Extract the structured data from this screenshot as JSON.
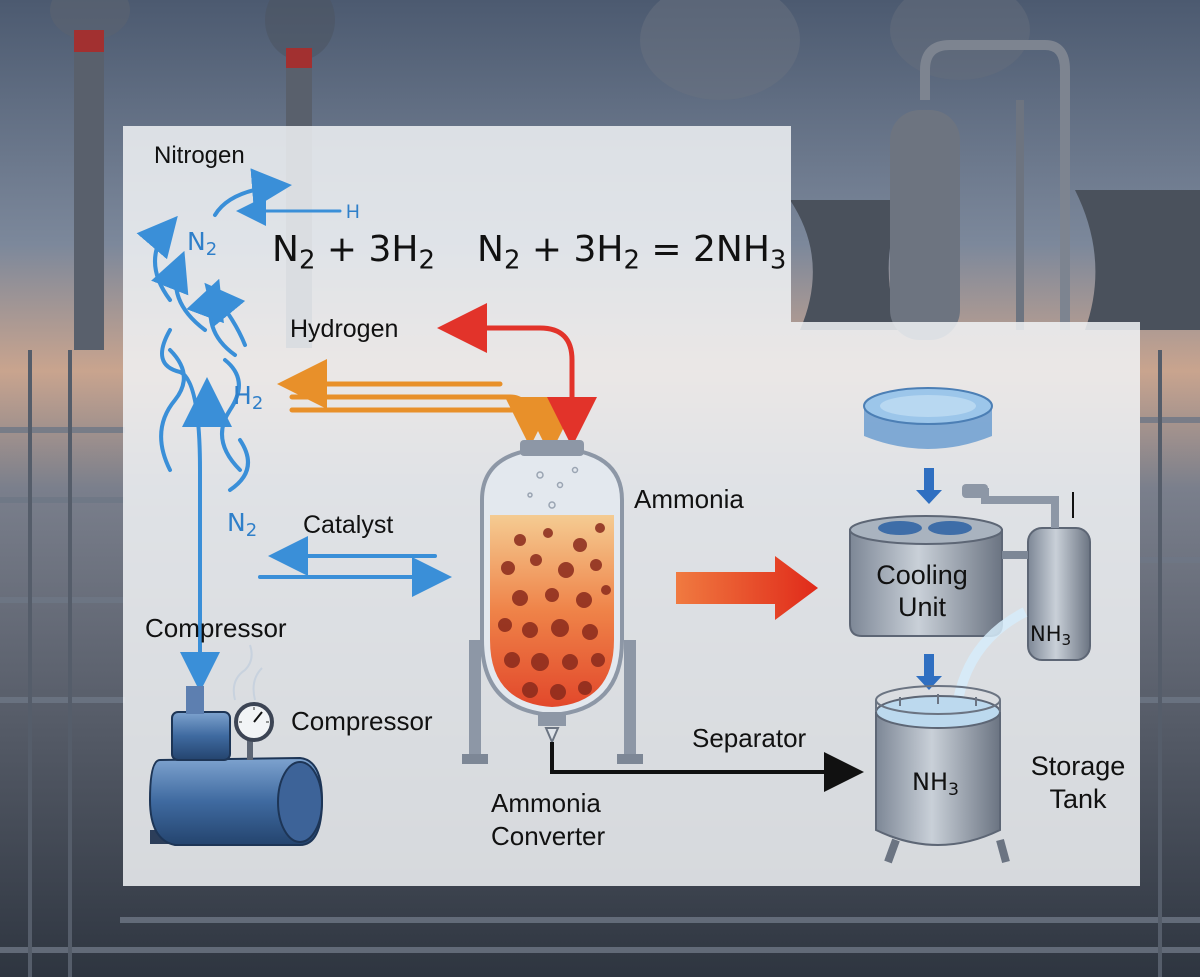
{
  "labels": {
    "nitrogen": "Nitrogen",
    "hydrogen": "Hydrogen",
    "catalyst": "Catalyst",
    "compressor_top": "Compressor",
    "compressor_bottom": "Compressor",
    "ammonia": "Ammonia",
    "converter_line1": "Ammonia",
    "converter_line2": "Converter",
    "separator": "Separator",
    "cooling_line1": "Cooling",
    "cooling_line2": "Unit",
    "storage_line1": "Storage",
    "storage_line2": "Tank",
    "h_arrow": "H"
  },
  "formulas": {
    "reactants": {
      "a": "N",
      "a_sub": "2",
      "mid": " + 3H",
      "b_sub": "2"
    },
    "equation": {
      "a": "N",
      "a_sub": "2",
      "mid": " + 3H",
      "b_sub": "2",
      "end": " = 2NH",
      "end_sub": "3"
    },
    "n2_top": {
      "a": "N",
      "sub": "2"
    },
    "h2": {
      "a": "H",
      "sub": "2"
    },
    "n2_mid": {
      "a": "N",
      "sub": "2"
    },
    "nh3_cooling": {
      "a": "NH",
      "sub": "3"
    },
    "nh3_tank": {
      "a": "NH",
      "sub": "3"
    }
  },
  "colors": {
    "nitrogen_flow": "#3a8fd8",
    "hydrogen_flow": "#e8902a",
    "hot_flow": "#e2332a",
    "product_line": "#111111",
    "vessel_steel": "#8d97a6",
    "equipment_blue": "#4a74a8"
  }
}
